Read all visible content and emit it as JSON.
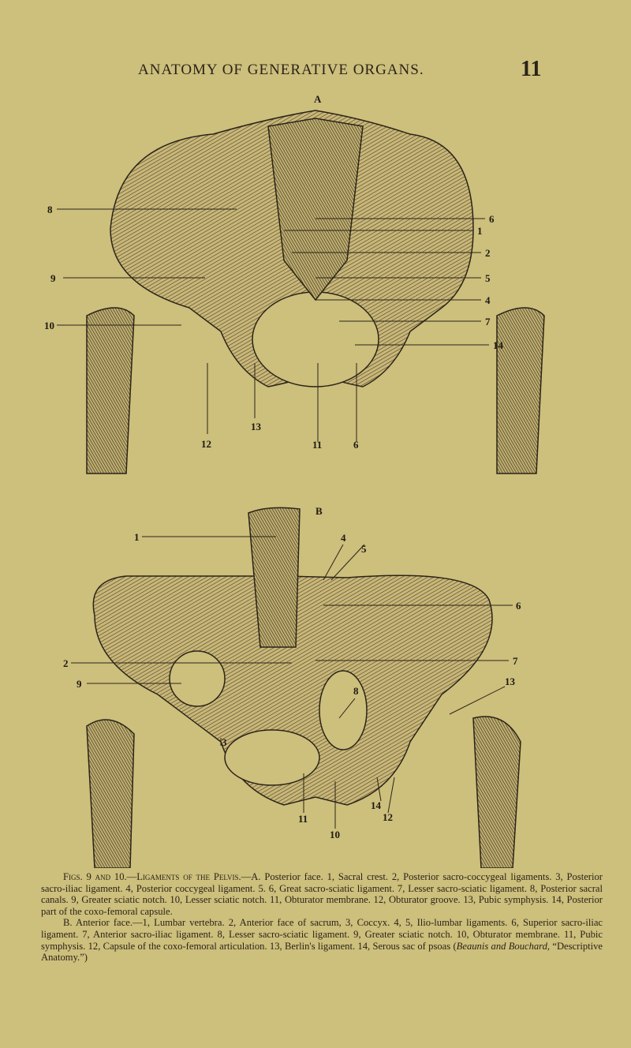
{
  "header": {
    "running_title": "ANATOMY OF GENERATIVE ORGANS.",
    "page_number": "11"
  },
  "figure_a": {
    "letter": "A",
    "labels": {
      "left": [
        "8",
        "9",
        "10"
      ],
      "right": [
        "1",
        "6",
        "2",
        "5",
        "4",
        "7",
        "14"
      ],
      "bottom": [
        "13",
        "12",
        "11",
        "6"
      ]
    }
  },
  "figure_b": {
    "letter": "B",
    "labels": {
      "top": [
        "1",
        "4",
        "5"
      ],
      "right": [
        "6",
        "7",
        "13"
      ],
      "left": [
        "2",
        "9"
      ],
      "inner": [
        "8",
        "3"
      ],
      "bottom": [
        "14",
        "12",
        "11",
        "10"
      ]
    }
  },
  "caption": {
    "fig_ref": "Figs. 9 and 10.",
    "title": "—Ligaments of the Pelvis.",
    "part_a": "—A. Posterior face. 1, Sacral crest. 2, Posterior sacro-coccygeal ligaments. 3, Posterior sacro-iliac ligament. 4, Posterior coccygeal ligament. 5. 6, Great sacro-sciatic ligament. 7, Lesser sacro-sciatic ligament. 8, Posterior sacral canals. 9, Greater sciatic notch. 10, Lesser sciatic notch. 11, Obturator membrane. 12, Obturator groove. 13, Pubic symphysis. 14, Posterior part of the coxo-femoral capsule.",
    "part_b": "B. Anterior face.—1, Lumbar vertebra. 2, Anterior face of sacrum, 3, Coccyx. 4, 5, Ilio-lumbar ligaments. 6, Superior sacro-iliac ligament. 7, Anterior sacro-iliac ligament. 8, Lesser sacro-sciatic ligament. 9, Greater sciatic notch. 10, Obturator membrane. 11, Pubic symphysis. 12, Capsule of the coxo-femoral articulation. 13, Berlin's ligament. 14, Serous sac of psoas (",
    "source_authors": "Beaunis and Bouchard",
    "source_title": ", “Descriptive Anatomy.”)"
  },
  "colors": {
    "paper": "#cdbf7c",
    "ink": "#2a2418"
  }
}
